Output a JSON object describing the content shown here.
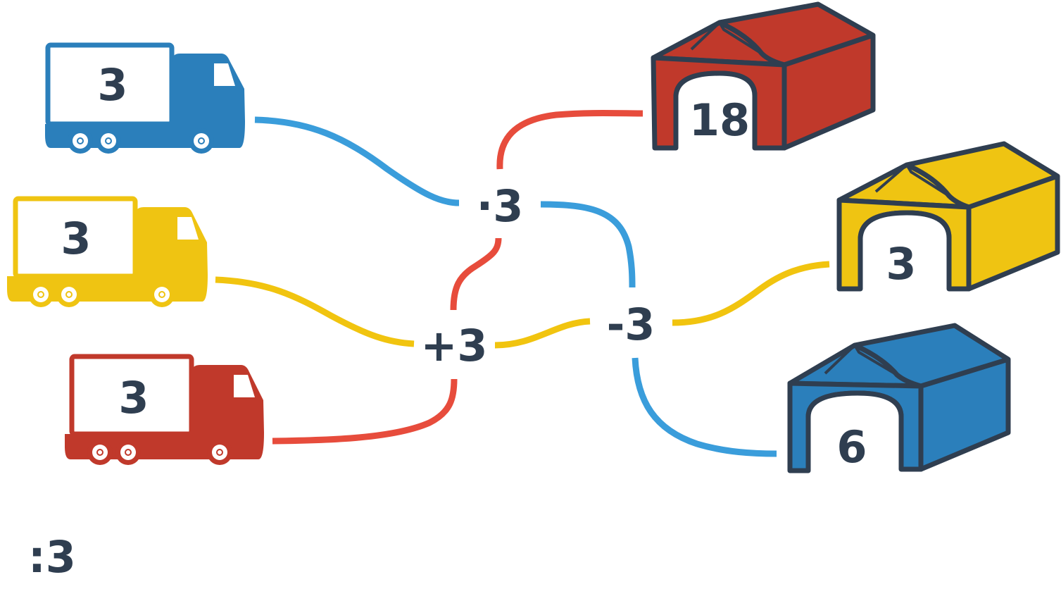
{
  "colors": {
    "blue": "#2b7fbb",
    "yellow": "#efc412",
    "red": "#c0392b",
    "outline": "#2f3e50",
    "road_blue": "#3a9ddb",
    "road_yellow": "#f1c40f",
    "road_red": "#e74c3c"
  },
  "trucks": [
    {
      "color": "blue",
      "load": "3"
    },
    {
      "color": "yellow",
      "load": "3"
    },
    {
      "color": "red",
      "load": "3"
    }
  ],
  "operators": {
    "multiply": "·3",
    "add": "+3",
    "subtract": "-3"
  },
  "garages": [
    {
      "color": "red",
      "value": "18"
    },
    {
      "color": "yellow",
      "value": "3"
    },
    {
      "color": "blue",
      "value": "6"
    }
  ],
  "leftover_operator": ":3",
  "icons": [
    "truck-icon",
    "garage-icon",
    "wheel-icon"
  ]
}
